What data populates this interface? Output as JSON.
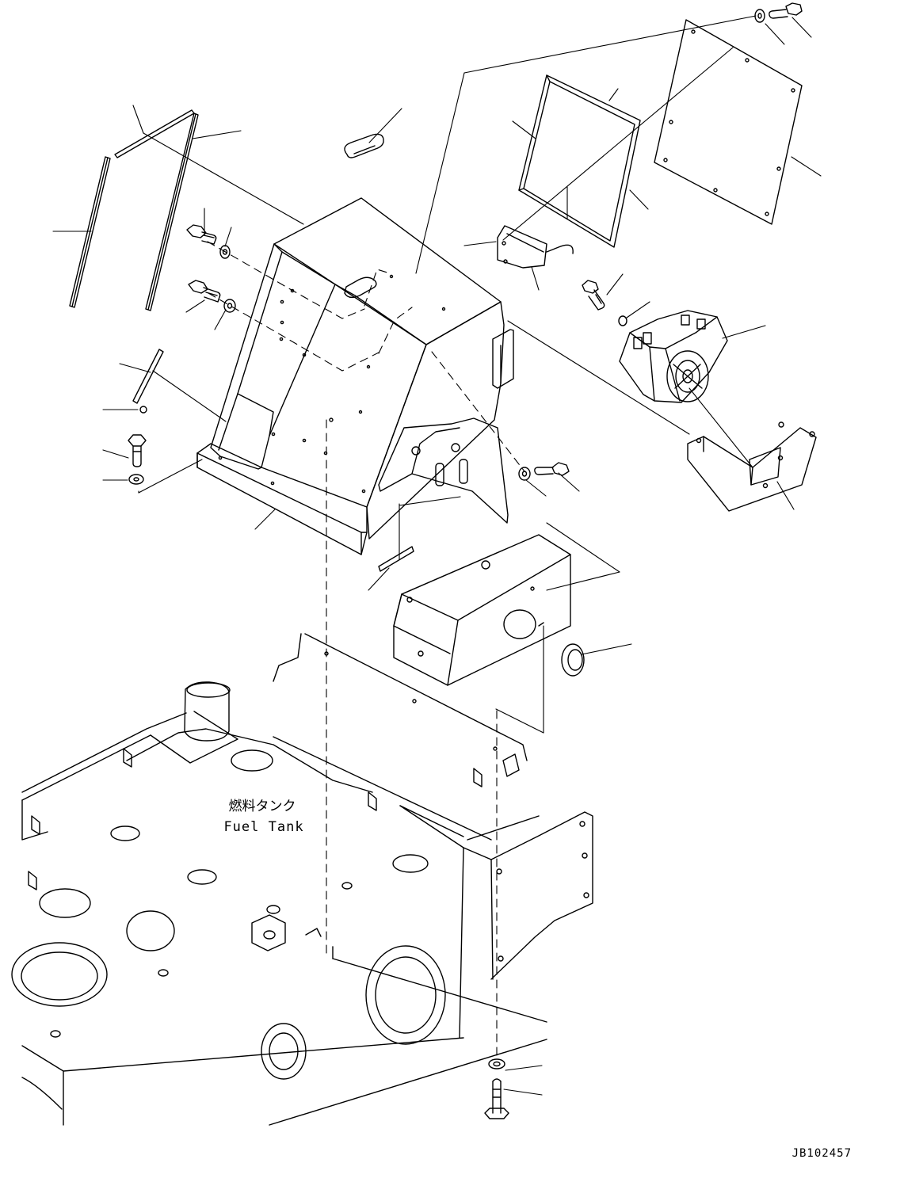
{
  "diagram": {
    "fuel_tank_label_jp": "燃料タンク",
    "fuel_tank_label_en": "Fuel Tank",
    "drawing_code": "JB102457"
  },
  "colors": {
    "line": "#000000",
    "background": "#ffffff"
  }
}
